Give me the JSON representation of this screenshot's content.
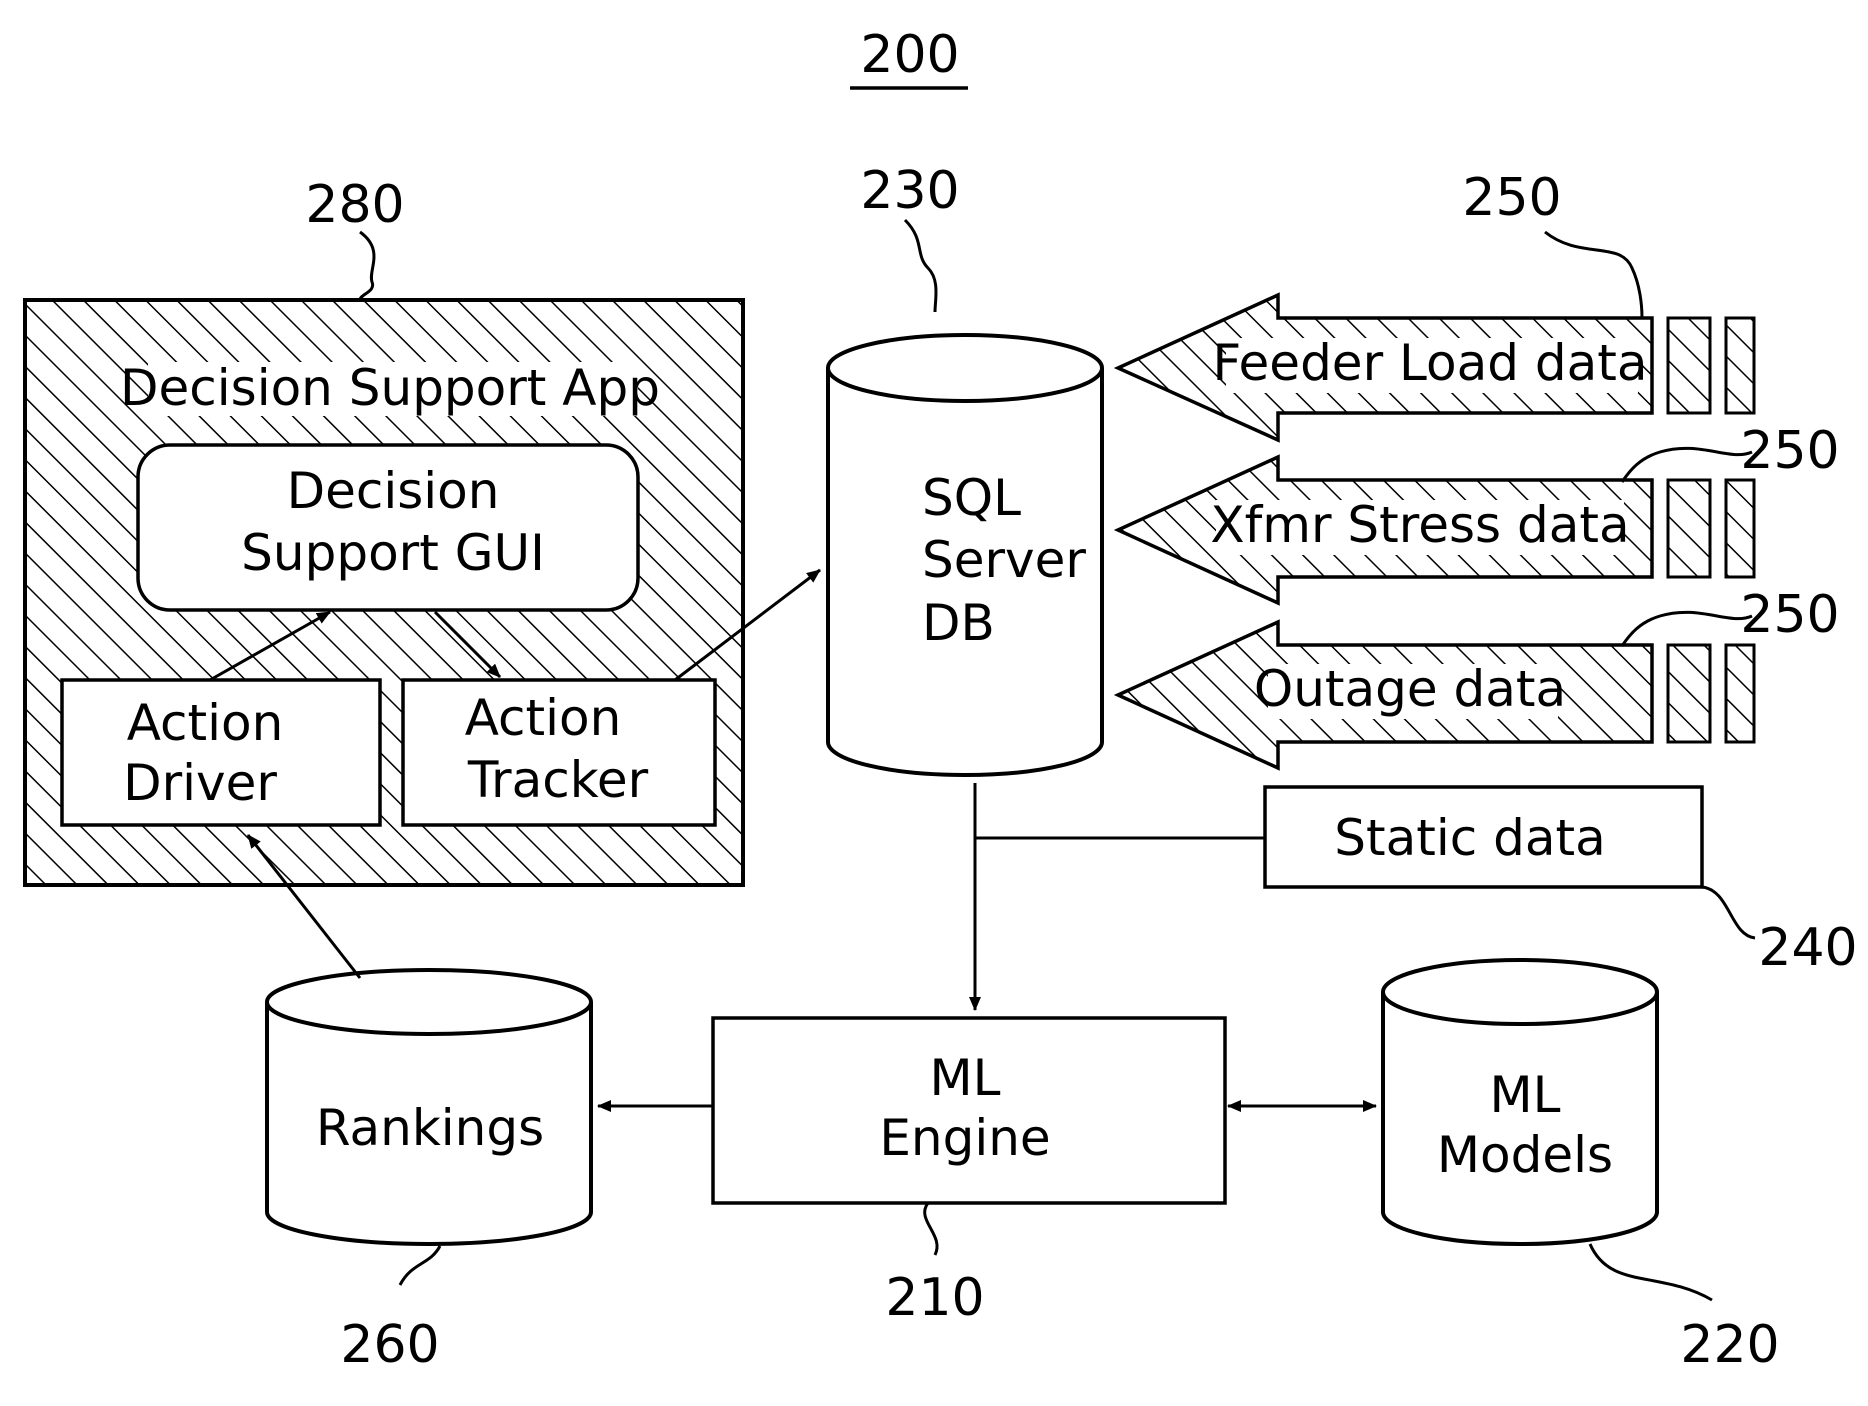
{
  "figure": {
    "number": "200"
  },
  "decision_support": {
    "ref": "280",
    "title": "Decision Support App",
    "gui_line1": "Decision",
    "gui_line2": "Support GUI",
    "action_driver_line1": "Action",
    "action_driver_line2": "Driver",
    "action_tracker_line1": "Action",
    "action_tracker_line2": "Tracker"
  },
  "sql_db": {
    "ref": "230",
    "line1": "SQL",
    "line2": "Server",
    "line3": "DB"
  },
  "data_feeds": {
    "ref": "250",
    "items": [
      {
        "label": "Feeder Load data",
        "ref": "250"
      },
      {
        "label": "Xfmr Stress data",
        "ref": "250"
      },
      {
        "label": "Outage data",
        "ref": "250"
      }
    ]
  },
  "static_data": {
    "label": "Static data",
    "ref": "240"
  },
  "ml_engine": {
    "ref": "210",
    "line1": "ML",
    "line2": "Engine"
  },
  "ml_models": {
    "ref": "220",
    "line1": "ML",
    "line2": "Models"
  },
  "rankings": {
    "ref": "260",
    "label": "Rankings"
  }
}
